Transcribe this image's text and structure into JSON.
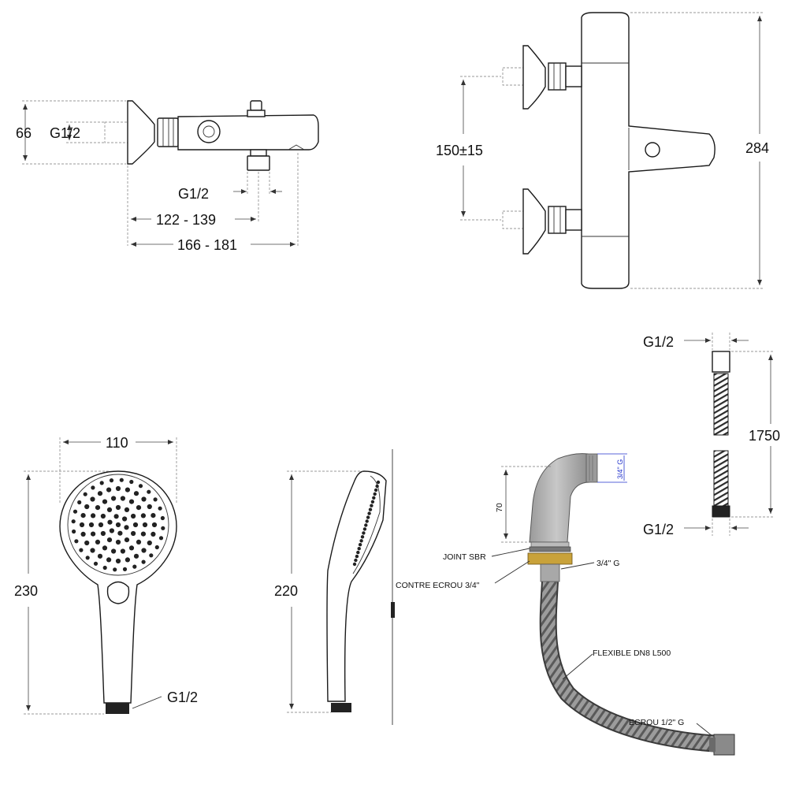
{
  "mixer_side_view": {
    "dim_height": "66",
    "dim_inlet": "G1/2",
    "dim_outlet": "G1/2",
    "dim_depth_inner": "122 - 139",
    "dim_depth_outer": "166 - 181"
  },
  "mixer_front_view": {
    "dim_centers": "150±15",
    "dim_width": "284"
  },
  "hose": {
    "dim_top_thread": "G1/2",
    "dim_length": "1750",
    "dim_bottom_thread": "G1/2"
  },
  "hand_shower_front": {
    "dim_width": "110",
    "dim_length": "230",
    "dim_thread": "G1/2"
  },
  "hand_shower_side": {
    "dim_length": "220"
  },
  "spout_kit": {
    "dim_height": "70",
    "dim_thread_top": "3/4\" G",
    "label_gasket": "JOINT SBR",
    "label_thread": "3/4\" G",
    "label_locknut": "CONTRE ECROU 3/4\"",
    "label_flexible": "FLEXIBLE DN8 L500",
    "label_nut": "ECROU 1/2\" G"
  },
  "colors": {
    "line": "#1a1a1a",
    "spout_grey": "#a9a9a9",
    "brass": "#c9a23a",
    "dim_blue": "#2233cc"
  }
}
